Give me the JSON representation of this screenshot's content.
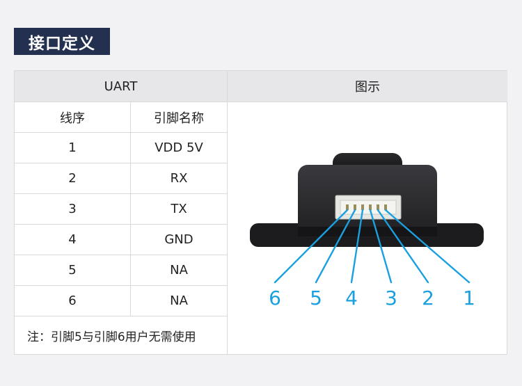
{
  "section_title": "接口定义",
  "table": {
    "header_left": "UART",
    "header_right": "图示",
    "col1_header": "线序",
    "col2_header": "引脚名称",
    "rows": [
      {
        "pin": "1",
        "name": "VDD 5V"
      },
      {
        "pin": "2",
        "name": "RX"
      },
      {
        "pin": "3",
        "name": "TX"
      },
      {
        "pin": "4",
        "name": "GND"
      },
      {
        "pin": "5",
        "name": "NA"
      },
      {
        "pin": "6",
        "name": "NA"
      }
    ],
    "note": "注：引脚5与引脚6用户无需使用"
  },
  "diagram": {
    "pin_labels": [
      "6",
      "5",
      "4",
      "3",
      "2",
      "1"
    ],
    "line_color": "#1aa0e0",
    "label_color": "#1aa0e0",
    "device_color": "#2b2b2e"
  }
}
